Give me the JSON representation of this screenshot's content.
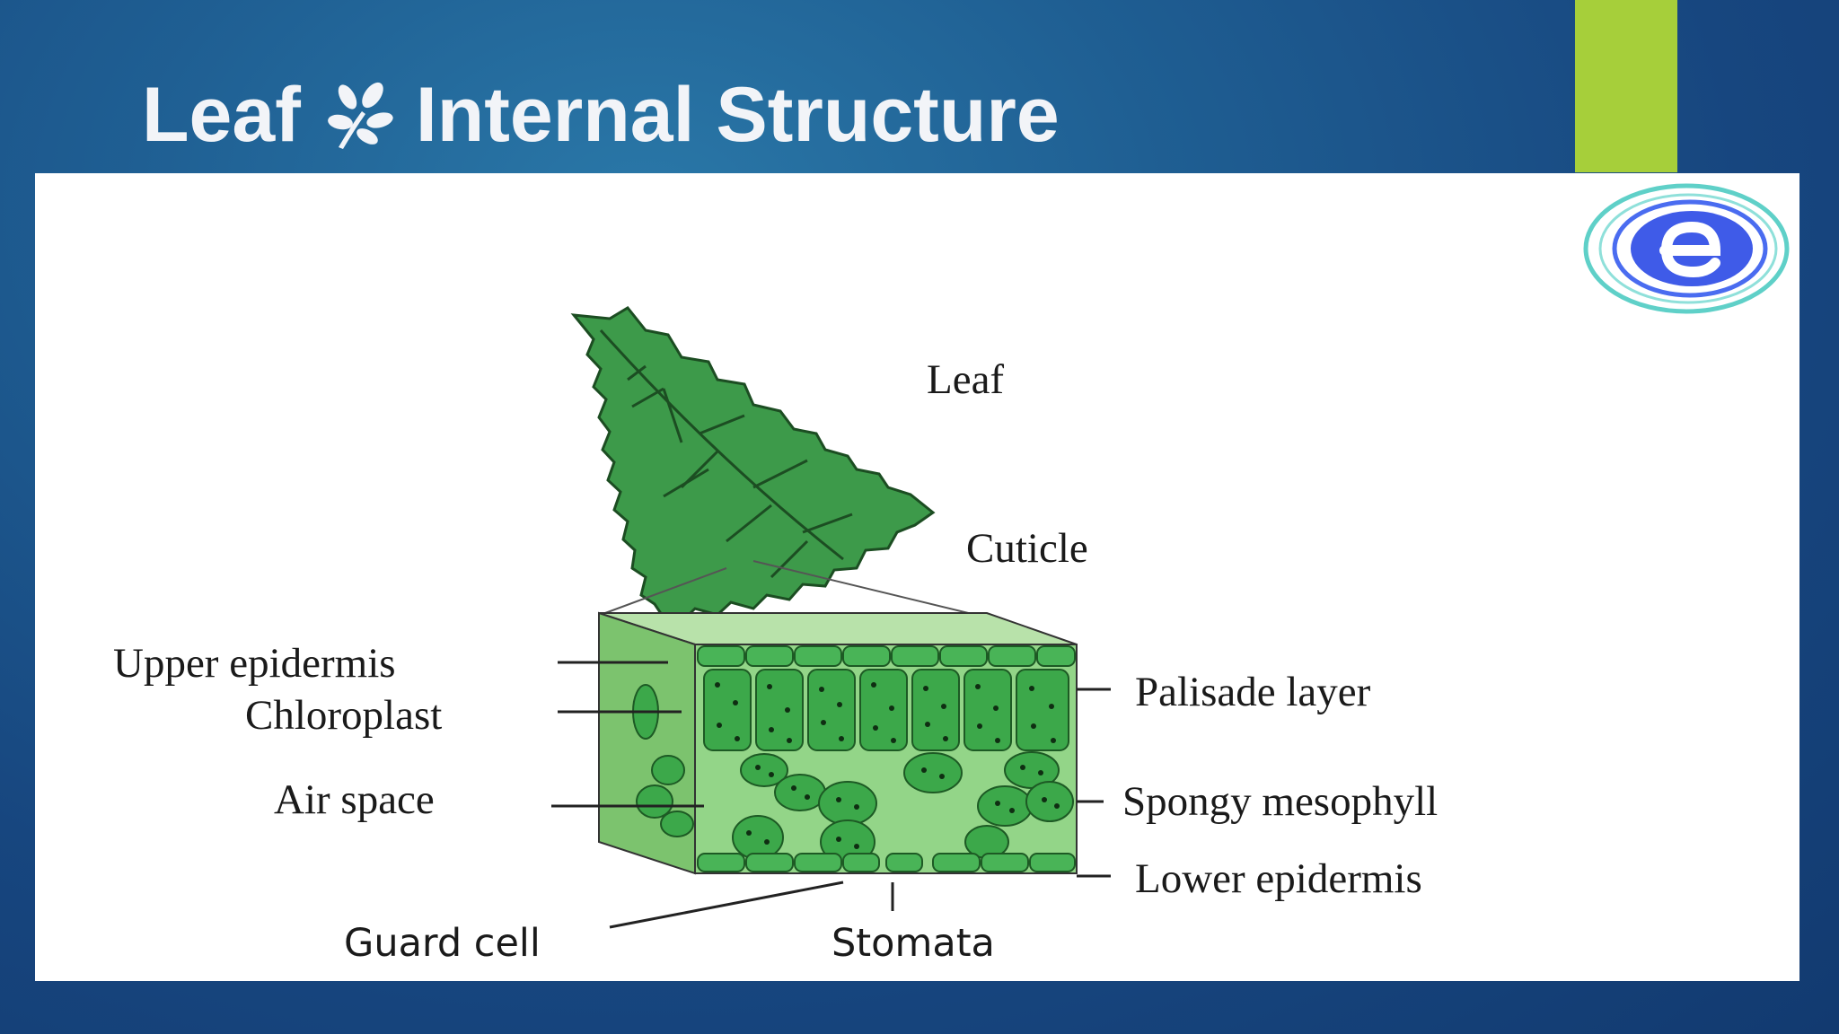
{
  "slide": {
    "title_part1": "Leaf",
    "title_part2": "Internal Structure",
    "title_icon": "leaf-sprig-icon",
    "accent_color": "#a6cf3a",
    "logo": "swirl-e-logo"
  },
  "diagram": {
    "labels": {
      "leaf": "Leaf",
      "cuticle": "Cuticle",
      "upper_epidermis": "Upper epidermis",
      "chloroplast": "Chloroplast",
      "air_space": "Air space",
      "guard_cell": "Guard cell",
      "stomata": "Stomata",
      "palisade_layer": "Palisade layer",
      "spongy_mesophyll": "Spongy mesophyll",
      "lower_epidermis": "Lower epidermis"
    },
    "colors": {
      "leaf_green": "#3d9a4a",
      "tissue_light": "#8fd37f",
      "cell_dark": "#2f9a3c"
    }
  }
}
